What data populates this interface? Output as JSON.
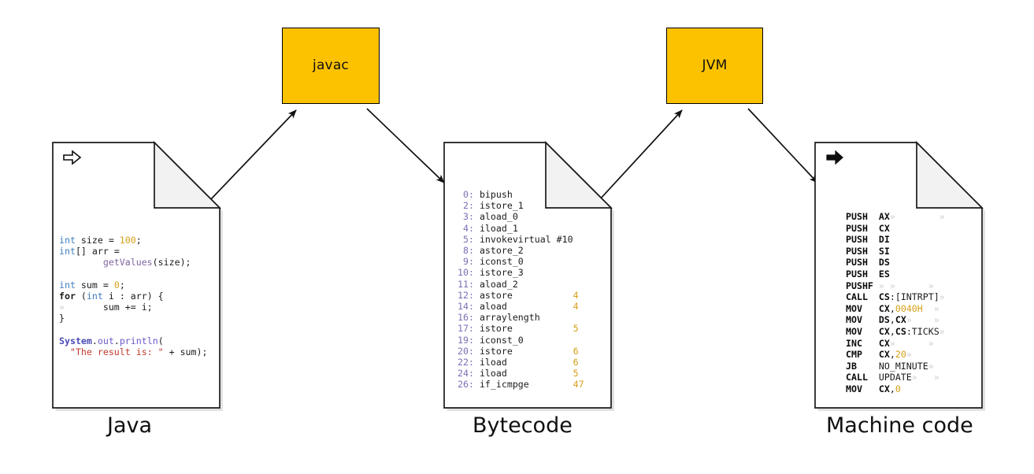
{
  "diagram": {
    "title": "Java compilation and execution pipeline",
    "background": "#ffffff",
    "accent_color": "#fcc200",
    "outline_color": "#1a1a1a",
    "fold_color": "#f2f2f2"
  },
  "processes": [
    {
      "id": "javac",
      "label": "javac"
    },
    {
      "id": "jvm",
      "label": "JVM"
    }
  ],
  "documents": [
    {
      "id": "java",
      "caption": "Java",
      "marker_icon": "outline-right-arrow-icon",
      "language": "java"
    },
    {
      "id": "bytecode",
      "caption": "Bytecode",
      "marker_icon": "none",
      "language": "jvm-bytecode"
    },
    {
      "id": "machine",
      "caption": "Machine code",
      "marker_icon": "solid-right-arrow-icon",
      "language": "x86-assembly"
    }
  ],
  "java_code": {
    "lines": [
      [
        {
          "t": "int",
          "c": "kw"
        },
        {
          "t": " size = ",
          "c": "plain"
        },
        {
          "t": "100",
          "c": "num"
        },
        {
          "t": ";",
          "c": "plain"
        }
      ],
      [
        {
          "t": "int",
          "c": "kw"
        },
        {
          "t": "[] arr =",
          "c": "plain"
        }
      ],
      [
        {
          "t": "        ",
          "c": "plain"
        },
        {
          "t": "getValues",
          "c": "mth"
        },
        {
          "t": "(size);",
          "c": "plain"
        }
      ],
      [],
      [
        {
          "t": "int",
          "c": "kw"
        },
        {
          "t": " sum = ",
          "c": "plain"
        },
        {
          "t": "0",
          "c": "num"
        },
        {
          "t": ";",
          "c": "plain"
        }
      ],
      [
        {
          "t": "for",
          "c": "kw-b"
        },
        {
          "t": " (",
          "c": "plain"
        },
        {
          "t": "int",
          "c": "kw"
        },
        {
          "t": " i : arr) {",
          "c": "plain"
        }
      ],
      [
        {
          "t": "»",
          "c": "ws"
        },
        {
          "t": "       sum += i;",
          "c": "plain"
        }
      ],
      [
        {
          "t": "}",
          "c": "plain"
        }
      ],
      [],
      [
        {
          "t": "System",
          "c": "cls"
        },
        {
          "t": ".",
          "c": "plain"
        },
        {
          "t": "out",
          "c": "pkg"
        },
        {
          "t": ".",
          "c": "plain"
        },
        {
          "t": "println",
          "c": "pkg"
        },
        {
          "t": "(",
          "c": "plain"
        }
      ],
      [
        {
          "t": "  ",
          "c": "plain"
        },
        {
          "t": "\"The result is: \"",
          "c": "str"
        },
        {
          "t": " + sum);",
          "c": "plain"
        }
      ]
    ]
  },
  "bytecode": {
    "instructions": [
      {
        "offset": " 0:",
        "mnemonic": "bipush",
        "operand": ""
      },
      {
        "offset": " 2:",
        "mnemonic": "istore_1",
        "operand": ""
      },
      {
        "offset": " 3:",
        "mnemonic": "aload_0",
        "operand": ""
      },
      {
        "offset": " 4:",
        "mnemonic": "iload_1",
        "operand": ""
      },
      {
        "offset": " 5:",
        "mnemonic": "invokevirtual #10",
        "operand": ""
      },
      {
        "offset": " 8:",
        "mnemonic": "astore_2",
        "operand": ""
      },
      {
        "offset": " 9:",
        "mnemonic": "iconst_0",
        "operand": ""
      },
      {
        "offset": "10:",
        "mnemonic": "istore_3",
        "operand": ""
      },
      {
        "offset": "11:",
        "mnemonic": "aload_2",
        "operand": ""
      },
      {
        "offset": "12:",
        "mnemonic": "astore",
        "operand": "4"
      },
      {
        "offset": "14:",
        "mnemonic": "aload",
        "operand": "4"
      },
      {
        "offset": "16:",
        "mnemonic": "arraylength",
        "operand": ""
      },
      {
        "offset": "17:",
        "mnemonic": "istore",
        "operand": "5"
      },
      {
        "offset": "19:",
        "mnemonic": "iconst_0",
        "operand": ""
      },
      {
        "offset": "20:",
        "mnemonic": "istore",
        "operand": "6"
      },
      {
        "offset": "22:",
        "mnemonic": "iload",
        "operand": "6"
      },
      {
        "offset": "24:",
        "mnemonic": "iload",
        "operand": "5"
      },
      {
        "offset": "26:",
        "mnemonic": "if_icmpge",
        "operand": "47"
      }
    ]
  },
  "machine_code": {
    "instructions": [
      {
        "mnemonic": "PUSH",
        "operand_parts": [
          {
            "t": "AX",
            "c": "reg"
          }
        ],
        "trailing_ws": "»        »"
      },
      {
        "mnemonic": "PUSH",
        "operand_parts": [
          {
            "t": "CX",
            "c": "reg"
          }
        ],
        "trailing_ws": ""
      },
      {
        "mnemonic": "PUSH",
        "operand_parts": [
          {
            "t": "DI",
            "c": "reg"
          }
        ],
        "trailing_ws": ""
      },
      {
        "mnemonic": "PUSH",
        "operand_parts": [
          {
            "t": "SI",
            "c": "reg"
          }
        ],
        "trailing_ws": ""
      },
      {
        "mnemonic": "PUSH",
        "operand_parts": [
          {
            "t": "DS",
            "c": "reg"
          }
        ],
        "trailing_ws": ""
      },
      {
        "mnemonic": "PUSH",
        "operand_parts": [
          {
            "t": "ES",
            "c": "reg"
          }
        ],
        "trailing_ws": ""
      },
      {
        "mnemonic": "PUSHF",
        "operand_parts": [],
        "trailing_ws": "» »      »"
      },
      {
        "mnemonic": "CALL",
        "operand_parts": [
          {
            "t": "CS",
            "c": "reg"
          },
          {
            "t": ":[INTRPT]",
            "c": "asm-plain"
          }
        ],
        "trailing_ws": "»"
      },
      {
        "mnemonic": "MOV",
        "operand_parts": [
          {
            "t": "CX",
            "c": "reg"
          },
          {
            "t": ",",
            "c": "asm-plain"
          },
          {
            "t": "0040H",
            "c": "num"
          }
        ],
        "trailing_ws": "  »"
      },
      {
        "mnemonic": "MOV",
        "operand_parts": [
          {
            "t": "DS",
            "c": "reg"
          },
          {
            "t": ",",
            "c": "asm-plain"
          },
          {
            "t": "CX",
            "c": "reg"
          }
        ],
        "trailing_ws": "»    »"
      },
      {
        "mnemonic": "MOV",
        "operand_parts": [
          {
            "t": "CX",
            "c": "reg"
          },
          {
            "t": ",",
            "c": "asm-plain"
          },
          {
            "t": "CS",
            "c": "reg"
          },
          {
            "t": ":TICKS",
            "c": "asm-plain"
          }
        ],
        "trailing_ws": "»"
      },
      {
        "mnemonic": "INC",
        "operand_parts": [
          {
            "t": "CX",
            "c": "reg"
          }
        ],
        "trailing_ws": "»      »"
      },
      {
        "mnemonic": "CMP",
        "operand_parts": [
          {
            "t": "CX",
            "c": "reg"
          },
          {
            "t": ",",
            "c": "asm-plain"
          },
          {
            "t": "20",
            "c": "num"
          }
        ],
        "trailing_ws": "»"
      },
      {
        "mnemonic": "JB",
        "operand_parts": [
          {
            "t": "NO_MINUTE",
            "c": "asm-plain"
          }
        ],
        "trailing_ws": "»"
      },
      {
        "mnemonic": "CALL",
        "operand_parts": [
          {
            "t": "UPDATE",
            "c": "asm-plain"
          }
        ],
        "trailing_ws": "»   »"
      },
      {
        "mnemonic": "MOV",
        "operand_parts": [
          {
            "t": "CX",
            "c": "reg"
          },
          {
            "t": ",",
            "c": "asm-plain"
          },
          {
            "t": "0",
            "c": "num"
          }
        ],
        "trailing_ws": ""
      }
    ]
  },
  "edges": [
    {
      "id": "java-to-javac",
      "from": "java",
      "to": "javac",
      "direction": "up-right"
    },
    {
      "id": "javac-to-bytecode",
      "from": "javac",
      "to": "bytecode",
      "direction": "down-right"
    },
    {
      "id": "bytecode-to-jvm",
      "from": "bytecode",
      "to": "jvm",
      "direction": "up-right"
    },
    {
      "id": "jvm-to-machine",
      "from": "jvm",
      "to": "machine",
      "direction": "down-right"
    }
  ]
}
